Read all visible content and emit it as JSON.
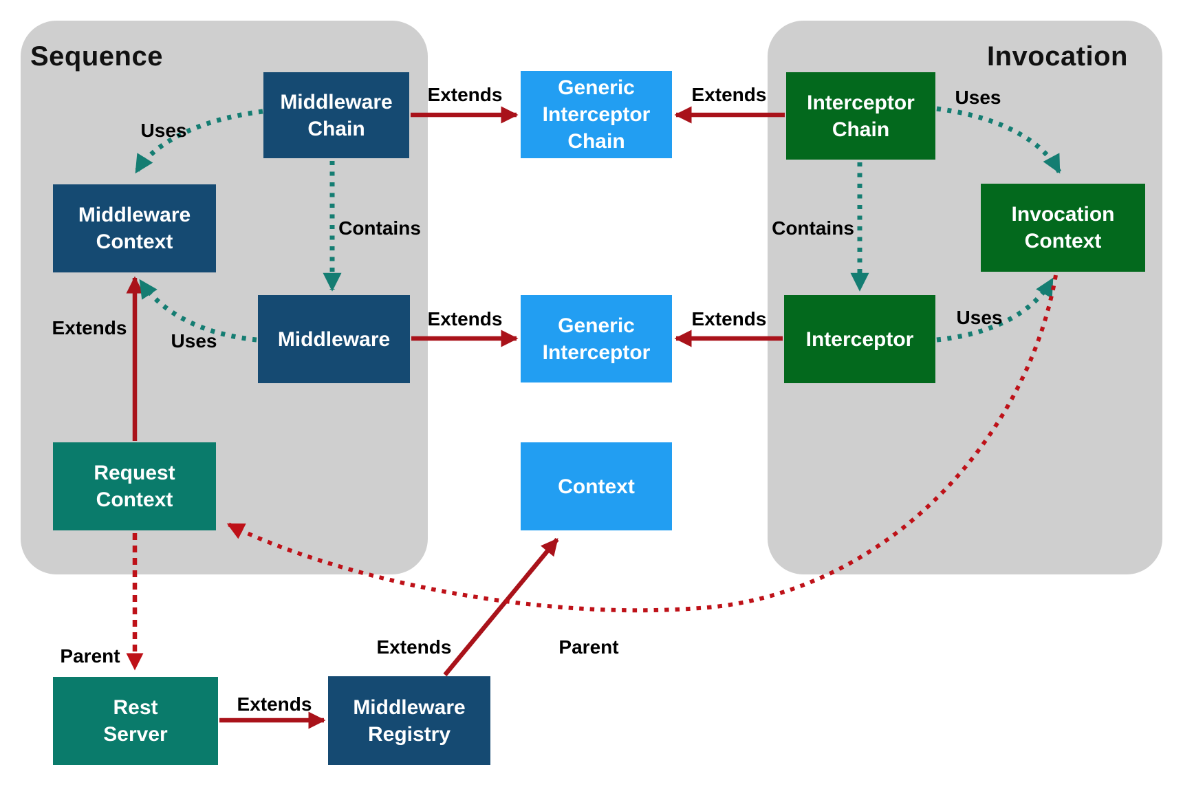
{
  "panels": [
    {
      "id": "sequence",
      "title": "Sequence"
    },
    {
      "id": "invocation",
      "title": "Invocation"
    }
  ],
  "nodes": [
    {
      "id": "middleware-chain",
      "label": "Middleware\nChain",
      "group": "sequence",
      "color": "#154A72"
    },
    {
      "id": "generic-interceptor-chain",
      "label": "Generic\nInterceptor\nChain",
      "group": "shared",
      "color": "#229EF2"
    },
    {
      "id": "interceptor-chain",
      "label": "Interceptor\nChain",
      "group": "invocation",
      "color": "#03691D"
    },
    {
      "id": "middleware-context",
      "label": "Middleware\nContext",
      "group": "sequence",
      "color": "#154A72"
    },
    {
      "id": "invocation-context",
      "label": "Invocation\nContext",
      "group": "invocation",
      "color": "#03691D"
    },
    {
      "id": "middleware",
      "label": "Middleware",
      "group": "sequence",
      "color": "#154A72"
    },
    {
      "id": "generic-interceptor",
      "label": "Generic\nInterceptor",
      "group": "shared",
      "color": "#229EF2"
    },
    {
      "id": "interceptor",
      "label": "Interceptor",
      "group": "invocation",
      "color": "#03691D"
    },
    {
      "id": "request-context",
      "label": "Request\nContext",
      "group": "sequence",
      "color": "#0A7B6B"
    },
    {
      "id": "context",
      "label": "Context",
      "group": "shared",
      "color": "#229EF2"
    },
    {
      "id": "rest-server",
      "label": "Rest\nServer",
      "group": "none",
      "color": "#0A7B6B"
    },
    {
      "id": "middleware-registry",
      "label": "Middleware\nRegistry",
      "group": "none",
      "color": "#154A72"
    }
  ],
  "edges": [
    {
      "from": "middleware-chain",
      "to": "generic-interceptor-chain",
      "label": "Extends",
      "style": "solid-red"
    },
    {
      "from": "interceptor-chain",
      "to": "generic-interceptor-chain",
      "label": "Extends",
      "style": "solid-red"
    },
    {
      "from": "middleware",
      "to": "generic-interceptor",
      "label": "Extends",
      "style": "solid-red"
    },
    {
      "from": "interceptor",
      "to": "generic-interceptor",
      "label": "Extends",
      "style": "solid-red"
    },
    {
      "from": "request-context",
      "to": "middleware-context",
      "label": "Extends",
      "style": "solid-red"
    },
    {
      "from": "rest-server",
      "to": "middleware-registry",
      "label": "Extends",
      "style": "solid-red"
    },
    {
      "from": "middleware-registry",
      "to": "context",
      "label": "Extends",
      "style": "solid-red"
    },
    {
      "from": "middleware-chain",
      "to": "middleware-context",
      "label": "Uses",
      "style": "dotted-teal"
    },
    {
      "from": "middleware",
      "to": "middleware-context",
      "label": "Uses",
      "style": "dotted-teal"
    },
    {
      "from": "interceptor-chain",
      "to": "invocation-context",
      "label": "Uses",
      "style": "dotted-teal"
    },
    {
      "from": "interceptor",
      "to": "invocation-context",
      "label": "Uses",
      "style": "dotted-teal"
    },
    {
      "from": "middleware-chain",
      "to": "middleware",
      "label": "Contains",
      "style": "dotted-teal"
    },
    {
      "from": "interceptor-chain",
      "to": "interceptor",
      "label": "Contains",
      "style": "dotted-teal"
    },
    {
      "from": "request-context",
      "to": "rest-server",
      "label": "Parent",
      "style": "dotted-red"
    },
    {
      "from": "invocation-context",
      "to": "request-context",
      "label": "Parent",
      "style": "dotted-red"
    }
  ],
  "colors": {
    "panel_gray": "#CFCFCF",
    "node_navy": "#154A72",
    "node_blue": "#229EF2",
    "node_green": "#03691D",
    "node_teal": "#0A7B6B",
    "arrow_red_solid": "#A9121A",
    "arrow_red_dotted": "#BE1118",
    "arrow_teal_dotted": "#147D72",
    "label_text": "#000000",
    "node_text": "#FFFFFF"
  }
}
